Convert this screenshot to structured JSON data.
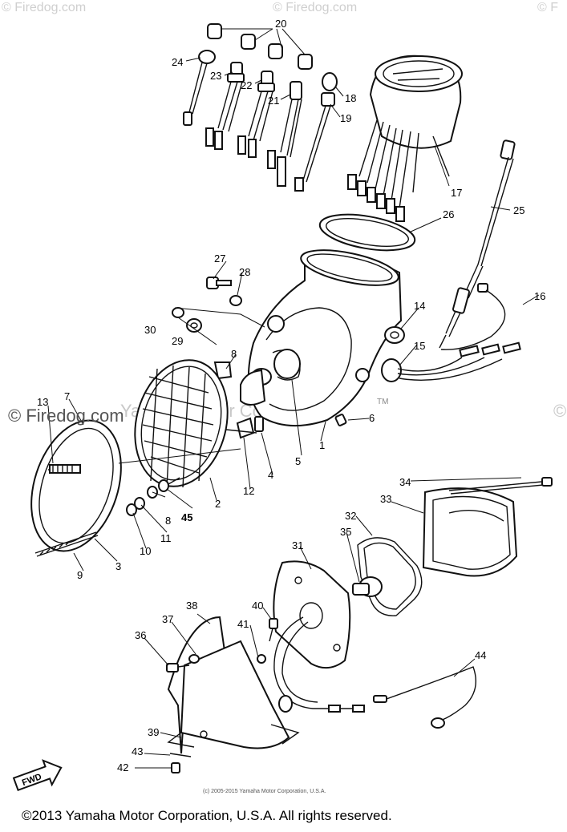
{
  "watermarks": {
    "top_left": "© Firedog.com",
    "top_center": "© Firedog.com",
    "top_right": "© F",
    "mid_left": "© Firedog.com",
    "mid_center": "Yamaha Motor Corp. U.S.A.",
    "mid_right": "©"
  },
  "part_numbers": {
    "p1": "1",
    "p2": "2",
    "p3": "3",
    "p4": "4",
    "p5": "5",
    "p6": "6",
    "p7": "7",
    "p8a": "8",
    "p8b": "8",
    "p9": "9",
    "p10": "10",
    "p11": "11",
    "p12": "12",
    "p13": "13",
    "p14": "14",
    "p15": "15",
    "p16": "16",
    "p17": "17",
    "p18": "18",
    "p19": "19",
    "p20": "20",
    "p21": "21",
    "p22": "22",
    "p23": "23",
    "p24": "24",
    "p25": "25",
    "p26": "26",
    "p27": "27",
    "p28": "28",
    "p29": "29",
    "p30": "30",
    "p31": "31",
    "p32": "32",
    "p33": "33",
    "p34": "34",
    "p35": "35",
    "p36": "36",
    "p37": "37",
    "p38": "38",
    "p39": "39",
    "p40": "40",
    "p41": "41",
    "p42": "42",
    "p43": "43",
    "p44": "44",
    "p45": "45"
  },
  "tm_mark": "TM",
  "fwd_label": "FWD",
  "copyright_small": "(c) 2005-2015 Yamaha Motor Corporation, U.S.A.",
  "copyright_main": "©2013 Yamaha Motor Corporation, U.S.A. All rights reserved."
}
